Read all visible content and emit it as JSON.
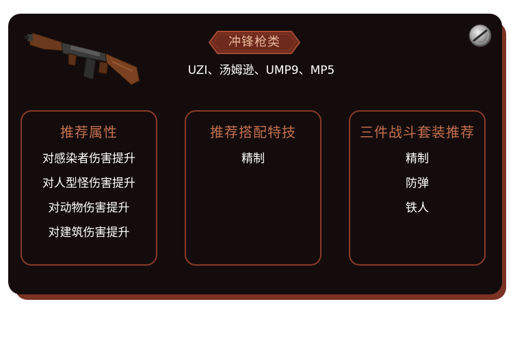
{
  "header": {
    "category": "冲锋枪类",
    "weapons": "UZI、汤姆逊、UMP9、MP5"
  },
  "panels": [
    {
      "title": "推荐属性",
      "items": [
        "对感染者伤害提升",
        "对人型怪伤害提升",
        "对动物伤害提升",
        "对建筑伤害提升"
      ]
    },
    {
      "title": "推荐搭配特技",
      "items": [
        "精制"
      ]
    },
    {
      "title": "三件战斗套装推荐",
      "items": [
        "精制",
        "防弹",
        "铁人"
      ]
    }
  ],
  "colors": {
    "background": "#140c0c",
    "accent": "#8a3a28",
    "title_text": "#c3704f",
    "shadow": "#7a3324"
  },
  "icons": {
    "weapon": "submachine-gun-icon",
    "close": "close-icon"
  }
}
